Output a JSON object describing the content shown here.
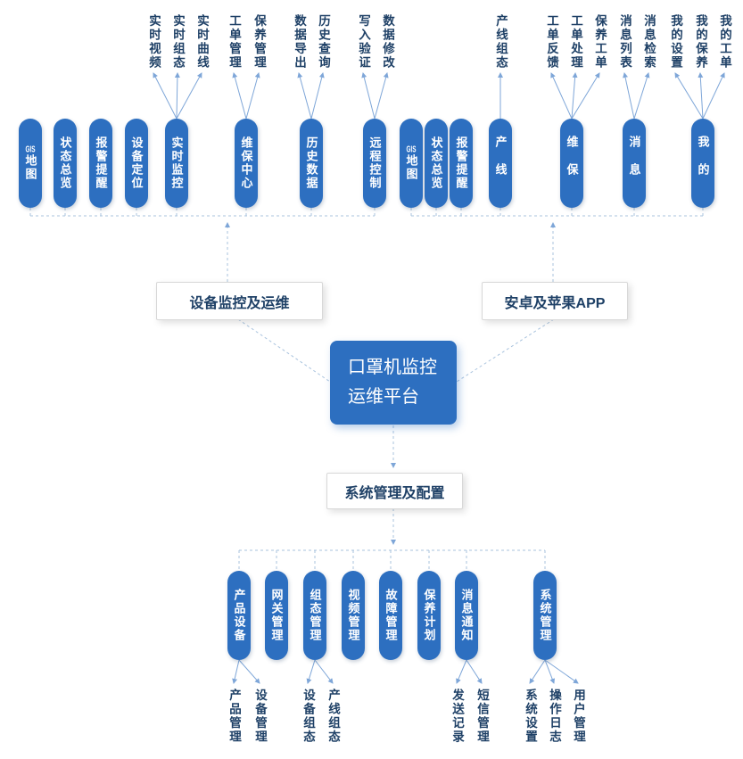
{
  "colors": {
    "pill-blue": "#2d6fc0",
    "navy-text": "#1e4066",
    "line-blue": "#7ea6d8",
    "dash-blue": "#a9c3de"
  },
  "center": {
    "line1": "口罩机监控",
    "line2": "运维平台"
  },
  "branch_boxes": {
    "device": "设备监控及运维",
    "app": "安卓及苹果APP",
    "system": "系统管理及配置"
  },
  "device_pills": [
    "GIS地图",
    "状态总览",
    "报警提醒",
    "设备定位",
    "实时监控",
    "维保中心",
    "历史数据",
    "远程控制"
  ],
  "device_features": [
    "实时视频",
    "实时组态",
    "实时曲线",
    "工单管理",
    "保养管理",
    "数据导出",
    "历史查询",
    "写入验证",
    "数据修改"
  ],
  "app_pills": [
    "GIS地图",
    "状态总览",
    "报警提醒",
    "产线",
    "维保",
    "消息",
    "我的"
  ],
  "app_features": [
    "产线组态",
    "工单反馈",
    "工单处理",
    "保养工单",
    "消息列表",
    "消息检索",
    "我的设置",
    "我的保养",
    "我的工单"
  ],
  "system_pills": [
    "产品设备",
    "网关管理",
    "组态管理",
    "视频管理",
    "故障管理",
    "保养计划",
    "消息通知",
    "系统管理"
  ],
  "system_features": [
    "产品管理",
    "设备管理",
    "设备组态",
    "产线组态",
    "发送记录",
    "短信管理",
    "系统设置",
    "操作日志",
    "用户管理"
  ]
}
